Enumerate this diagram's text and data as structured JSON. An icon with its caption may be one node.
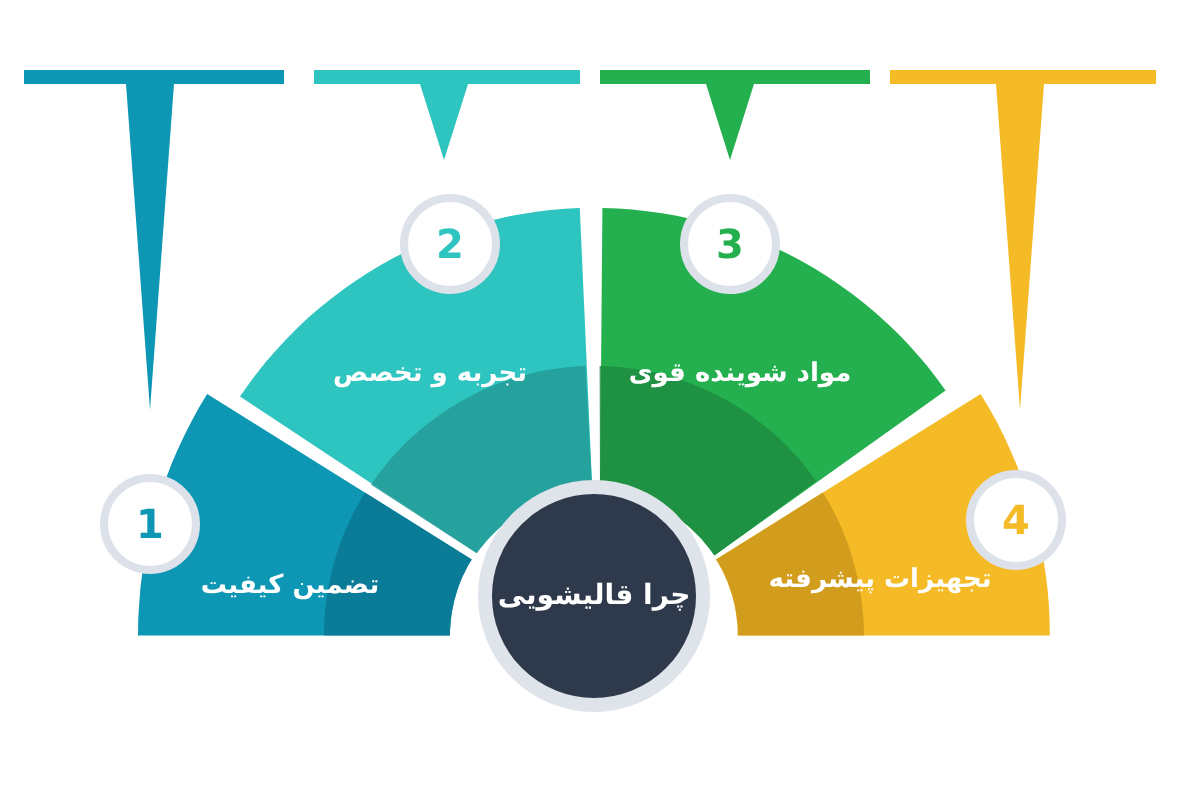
{
  "diagram": {
    "nodes": [
      {
        "text": [
          "1"
        ]
      },
      {
        "text": [
          "تضمین کیفیت"
        ]
      },
      {
        "text": [
          "2"
        ]
      },
      {
        "text": [
          "تجربه و تخصص"
        ]
      },
      {
        "text": [
          "3"
        ]
      },
      {
        "text": [
          "مواد شوینده قوی"
        ]
      },
      {
        "text": [
          "4"
        ]
      },
      {
        "text": [
          "تجهیزات پیشرفته"
        ]
      },
      {
        "text": [
          "چرا قالیشویی"
        ]
      }
    ],
    "edges": []
  }
}
